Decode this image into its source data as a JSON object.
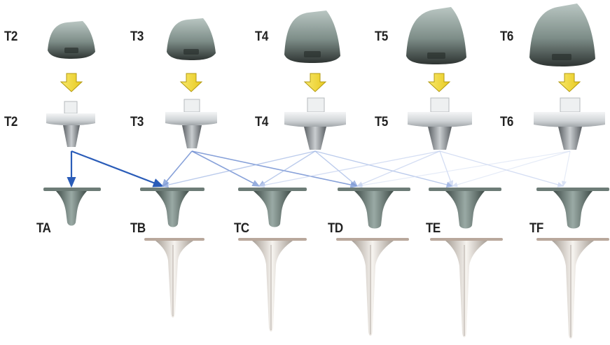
{
  "insert_row": {
    "labels": [
      "T2",
      "T3",
      "T4",
      "T5",
      "T6"
    ]
  },
  "tray_row": {
    "labels": [
      "T2",
      "T3",
      "T4",
      "T5",
      "T6"
    ]
  },
  "baseplate_row": {
    "labels": [
      "TA",
      "TB",
      "TC",
      "TD",
      "TE",
      "TF"
    ]
  },
  "compatibility": [
    {
      "from": "T2",
      "to": [
        "TA",
        "TB"
      ]
    },
    {
      "from": "T3",
      "to": [
        "TB",
        "TC",
        "TD"
      ]
    },
    {
      "from": "T4",
      "to": [
        "TB",
        "TC",
        "TD",
        "TE"
      ]
    },
    {
      "from": "T5",
      "to": [
        "TC",
        "TD",
        "TE",
        "TF"
      ]
    },
    {
      "from": "T6",
      "to": [
        "TD",
        "TE",
        "TF"
      ]
    }
  ],
  "colors": {
    "insert_dark": "#2e3432",
    "insert_light": "#b9c6c2",
    "arrow_yellow": "#f5e04a",
    "arrow_outline": "#b39a10",
    "connector_strong": "#2a5cb8",
    "connector_faint": "#b7c8ea",
    "baseplate": "#5e6e69",
    "stem": "#e6e1da",
    "label": "#222222"
  },
  "icons": [
    "insert-icon",
    "down-arrow-icon",
    "tray-icon",
    "baseplate-icon",
    "stem-icon",
    "connector-arrow"
  ]
}
